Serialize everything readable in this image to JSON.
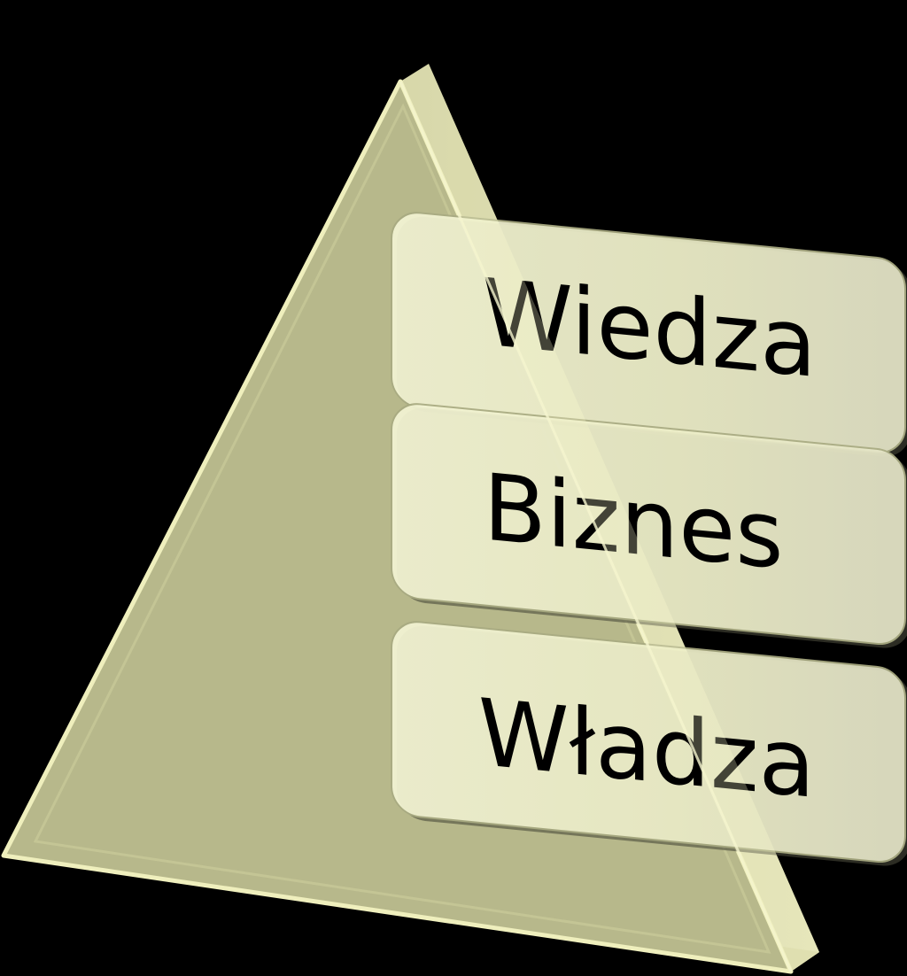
{
  "diagram": {
    "type": "pyramid",
    "levels": [
      {
        "label": "Wiedza"
      },
      {
        "label": "Biznes"
      },
      {
        "label": "Władza"
      }
    ]
  },
  "colors": {
    "background": "#000000",
    "pyramid_fill": "#b7b88b",
    "pyramid_edge": "#efefbd",
    "box_fill": "#f0f1cd",
    "box_edge": "#9ea07a",
    "text": "#000000"
  }
}
